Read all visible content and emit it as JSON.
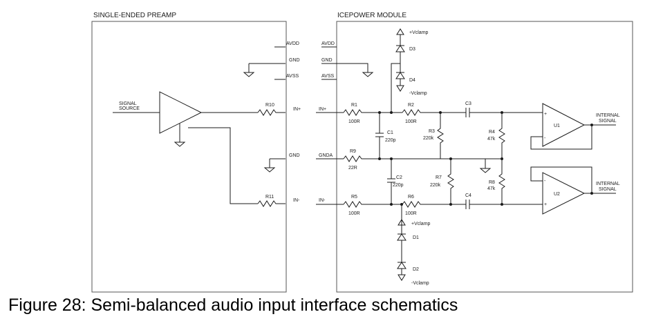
{
  "caption": "Figure 28: Semi-balanced audio input interface schematics",
  "preamp": {
    "title": "SINGLE-ENDED PREAMP",
    "signal_source": [
      "SIGNAL",
      "SOURCE"
    ],
    "pins": {
      "avdd": "AVDD",
      "gnd_top": "GND",
      "avss": "AVSS",
      "in_plus": "IN+",
      "gnd_mid": "GND",
      "in_minus": "IN-"
    },
    "r10": "R10",
    "r11": "R11"
  },
  "module": {
    "title": "ICEPOWER MODULE",
    "pins": {
      "avdd": "AVDD",
      "gnd": "GND",
      "avss": "AVSS",
      "in_plus": "IN+",
      "gnda": "GNDA",
      "in_minus": "IN-"
    },
    "vclamp_pos": "+Vclamp",
    "vclamp_neg": "-Vclamp",
    "diodes": {
      "d1": "D1",
      "d2": "D2",
      "d3": "D3",
      "d4": "D4"
    },
    "resistors": {
      "r1": {
        "name": "R1",
        "value": "100R"
      },
      "r2": {
        "name": "R2",
        "value": "100R"
      },
      "r3": {
        "name": "R3",
        "value": "220k"
      },
      "r4": {
        "name": "R4",
        "value": "47k"
      },
      "r5": {
        "name": "R5",
        "value": "100R"
      },
      "r6": {
        "name": "R6",
        "value": "100R"
      },
      "r7": {
        "name": "R7",
        "value": "220k"
      },
      "r8": {
        "name": "R8",
        "value": "47k"
      },
      "r9": {
        "name": "R9",
        "value": "22R"
      }
    },
    "capacitors": {
      "c1": {
        "name": "C1",
        "value": "220p"
      },
      "c2": {
        "name": "C2",
        "value": "220p"
      },
      "c3": {
        "name": "C3"
      },
      "c4": {
        "name": "C4"
      }
    },
    "opamps": {
      "u1": {
        "name": "U1",
        "plus": "+",
        "minus": "-"
      },
      "u2": {
        "name": "U2",
        "plus": "+",
        "minus": "-"
      }
    },
    "internal_signal": [
      "INTERNAL",
      "SIGNAL"
    ]
  }
}
